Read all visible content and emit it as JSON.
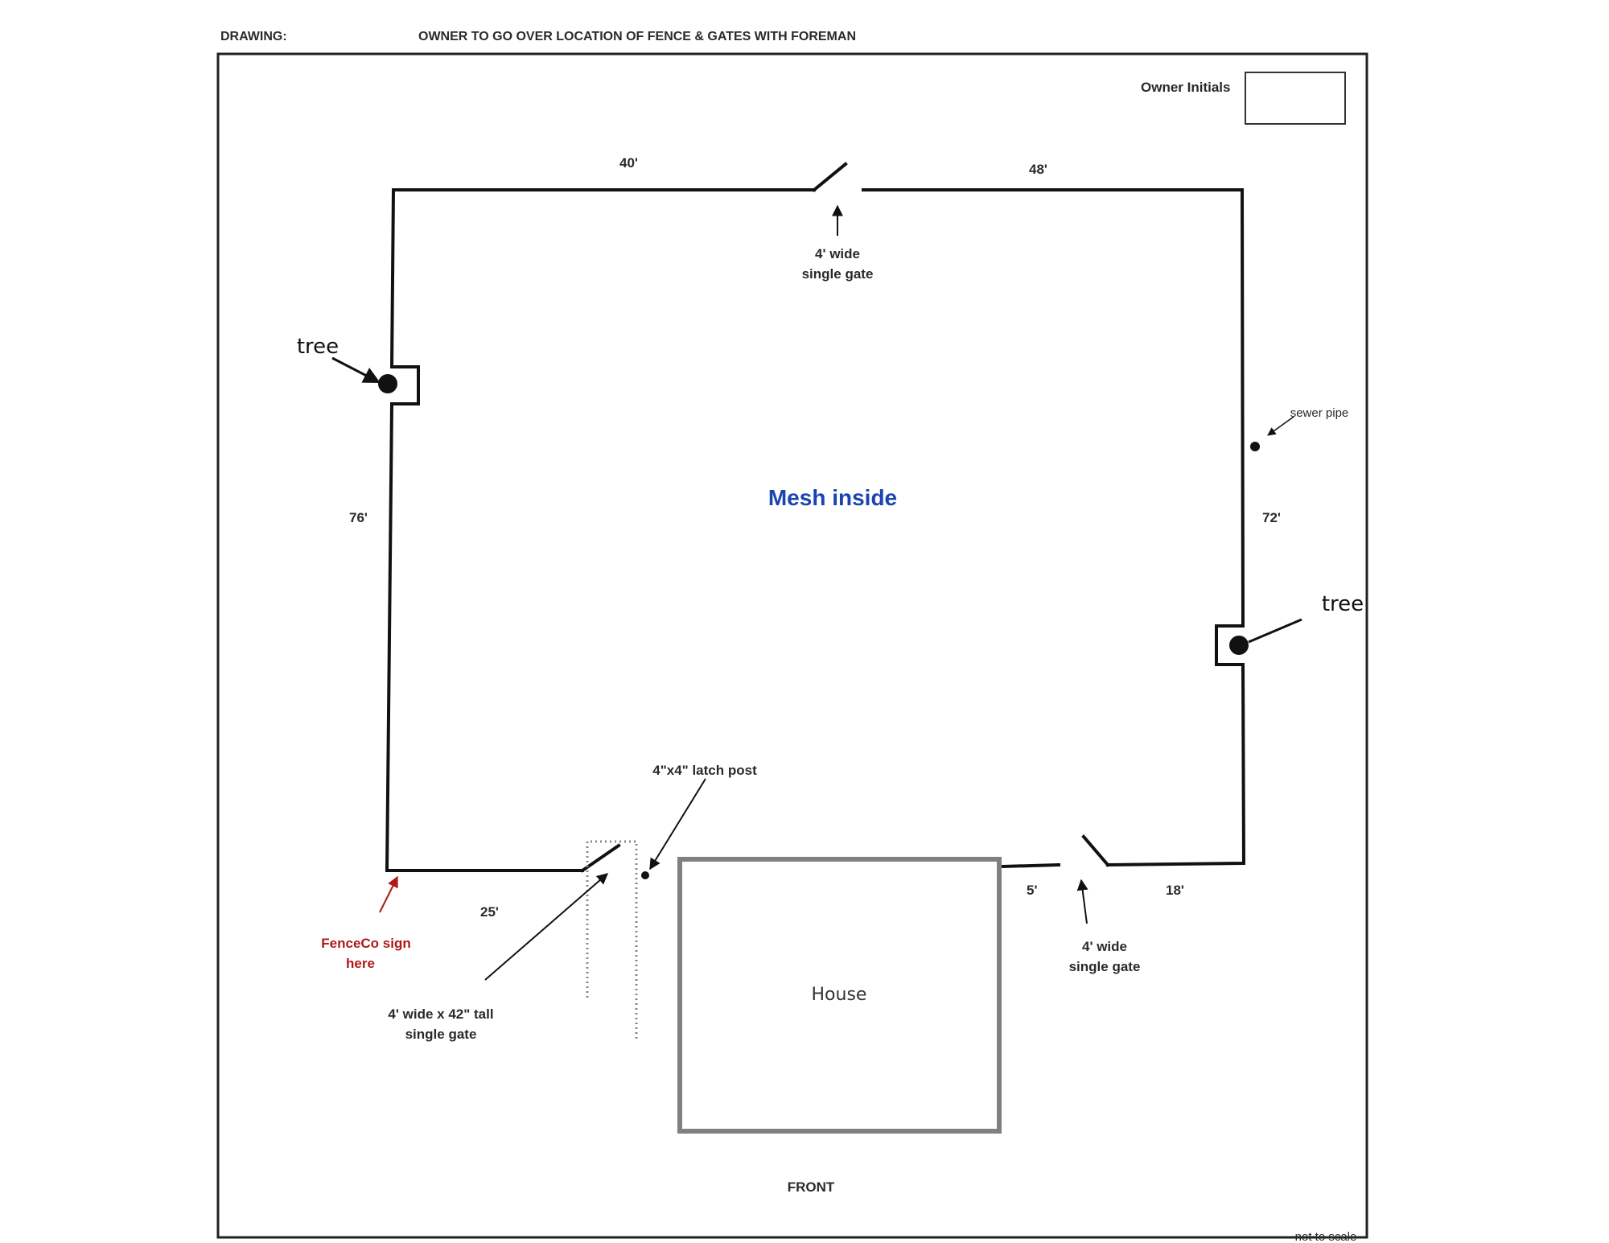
{
  "header": {
    "label": "DRAWING:",
    "instruction": "OWNER TO GO OVER LOCATION OF FENCE & GATES WITH FOREMAN"
  },
  "owner_initials": {
    "label": "Owner Initials"
  },
  "dimensions": {
    "top_left": "40'",
    "top_right": "48'",
    "left": "76'",
    "right": "72'",
    "bottom_left": "25'",
    "bottom_mid": "5'",
    "bottom_right": "18'"
  },
  "gates": {
    "top": {
      "line1": "4' wide",
      "line2": "single gate"
    },
    "bottom_right": {
      "line1": "4' wide",
      "line2": "single gate"
    },
    "bottom_left": {
      "line1": "4' wide x 42\" tall",
      "line2": "single gate"
    }
  },
  "latch_post": "4\"x4\" latch post",
  "trees": {
    "left": "tree",
    "right": "tree"
  },
  "sewer_pipe": "sewer pipe",
  "interior": "Mesh inside",
  "house": "House",
  "front": "FRONT",
  "sign": {
    "line1": "FenceCo sign",
    "line2": "here"
  },
  "footer": "not to scale",
  "colors": {
    "mesh_text": "#1a44b0",
    "sign_text": "#b01818",
    "house_outline": "#808080",
    "fence": "#111111"
  }
}
